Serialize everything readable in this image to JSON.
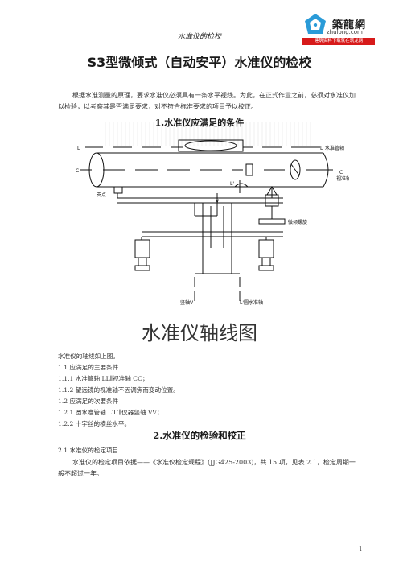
{
  "header": {
    "title": "水准仪的检校"
  },
  "logo": {
    "name": "築龍網",
    "domain": "zhulong.com",
    "tagline": "建筑资料下载就在筑龙网"
  },
  "doc": {
    "title": "S3型微倾式（自动安平）水准仪的检校",
    "intro": "根据水准测量的原理，要求水准仪必须具有一条水平视线。为此，在正式作业之前，必须对水准仪加以检验，以考察其是否满足要求，对不符合标准要求的项目予以校正。",
    "section1": "1.水准仪应满足的条件",
    "diagram_labels": {
      "L_left": "L",
      "L_right": "L",
      "tube_axis": "水准管轴",
      "C_left": "C",
      "C_right": "C",
      "sight_axis": "视准轴",
      "support": "支点",
      "L_prime": "L'",
      "V_top": "V",
      "tilt_screw": "微倾螺旋",
      "vertical_axis": "竖轴V",
      "circ_axis": "L'圆水准轴"
    },
    "big_caption": "水准仪轴线图",
    "lines": [
      "水准仪的轴线如上图。",
      "1.1 应满足的主要条件",
      "1.1.1 水准管轴 LL∥视准轴 CC；",
      "1.1.2 望远镜的视准轴不因调焦而变动位置。",
      "1.2 应满足的次要条件",
      "1.2.1 圆水准管轴 L′L′∥仪器竖轴 VV；",
      "1.2.2 十字丝的横丝水平。"
    ],
    "section2": "2.水准仪的检验和校正",
    "s21_title": "2.1 水准仪的检定项目",
    "s21_body": "水准仪的检定项目依据——《水准仪检定规程》(JJG425-2003)，共 15 项，见表 2.1，检定周期一般不超过一年。",
    "page_number": "1"
  }
}
